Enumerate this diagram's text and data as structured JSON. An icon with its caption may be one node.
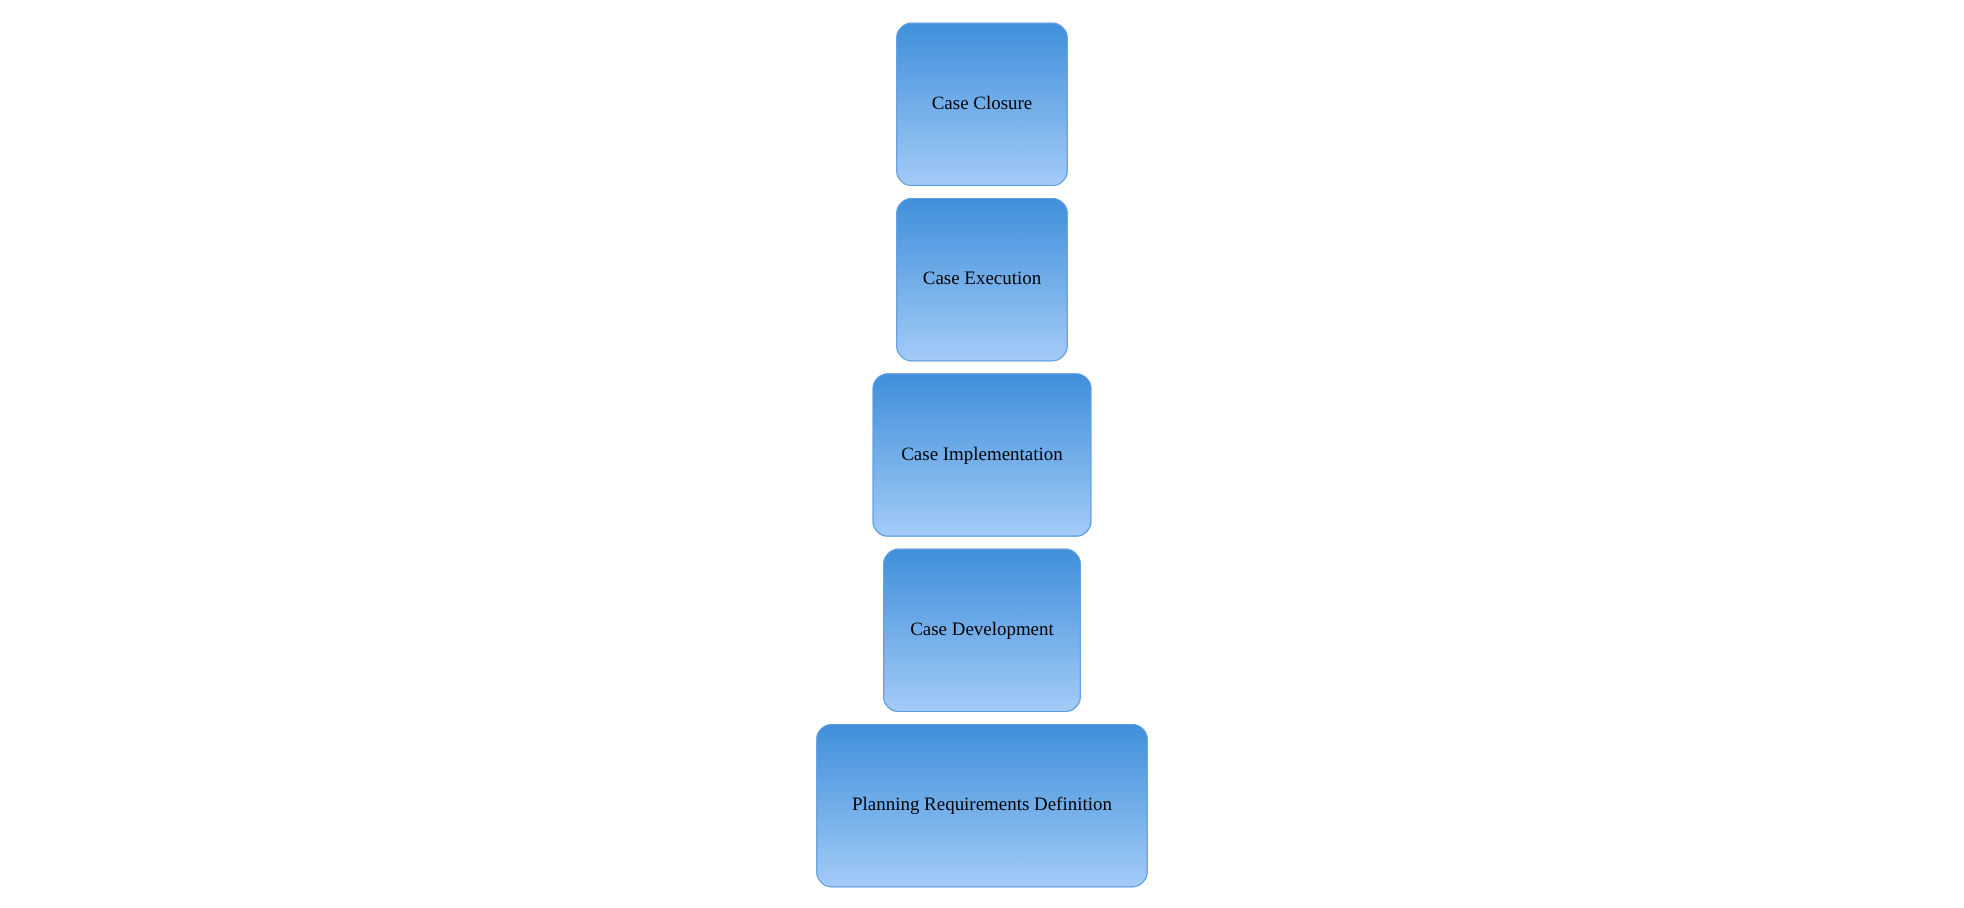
{
  "diagram": {
    "nodes": [
      {
        "text": [
          "Planning Requirements Definition"
        ]
      },
      {
        "text": [
          "Case Development"
        ]
      },
      {
        "text": [
          "Case Implementation"
        ]
      },
      {
        "text": [
          "Case Execution"
        ]
      },
      {
        "text": [
          "Case Closure"
        ]
      }
    ],
    "edges": []
  }
}
